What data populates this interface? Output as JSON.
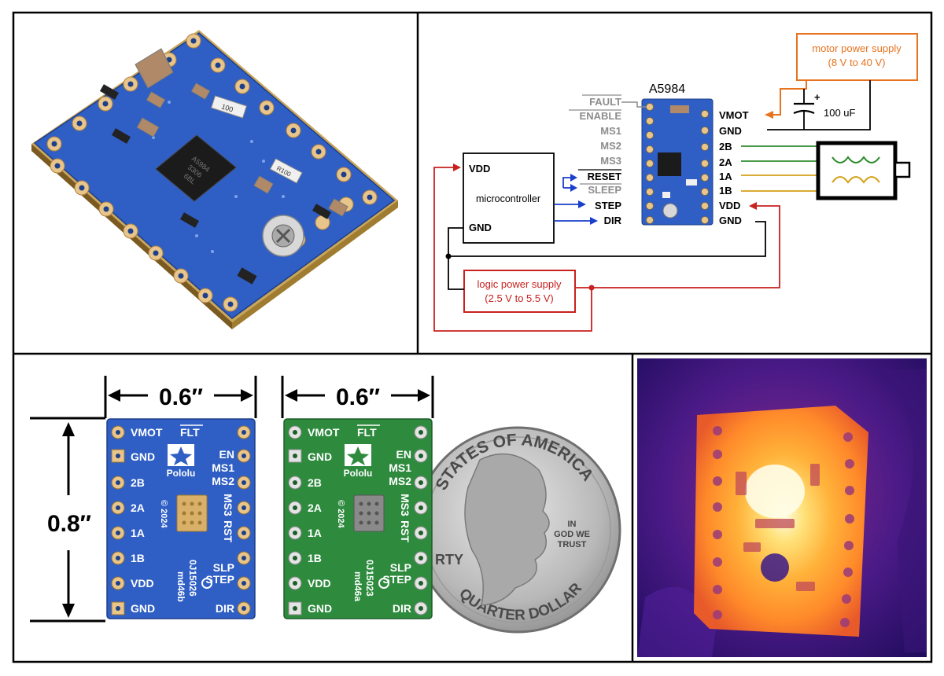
{
  "colors": {
    "board_blue": "#2f5fc4",
    "board_green": "#2e8b3e",
    "pad_gold": "#e8c58a",
    "motor_power": "#e8731e",
    "logic_power": "#c8211e",
    "signal_blue": "#1a3fcc",
    "winding_green": "#2e8b2e",
    "winding_yellow": "#d4a017",
    "inactive_gray": "#8c8c8c",
    "thermal_bg": "#2a0f6e",
    "thermal_hot": "#fff6b0"
  },
  "schematic": {
    "chip_label": "A5984",
    "motor_supply": {
      "line1": "motor power supply",
      "line2": "(8 V to 40 V)"
    },
    "capacitor_label": "100 uF",
    "capacitor_plus": "+",
    "logic_supply": {
      "line1": "logic power supply",
      "line2": "(2.5 V to 5.5 V)"
    },
    "microcontroller": {
      "label": "microcontroller",
      "vdd": "VDD",
      "gnd": "GND"
    },
    "left_pins": [
      {
        "label": "FAULT",
        "overline": true,
        "active": false
      },
      {
        "label": "ENABLE",
        "overline": true,
        "active": false
      },
      {
        "label": "MS1",
        "overline": false,
        "active": false
      },
      {
        "label": "MS2",
        "overline": false,
        "active": false
      },
      {
        "label": "MS3",
        "overline": false,
        "active": false
      },
      {
        "label": "RESET",
        "overline": true,
        "active": true
      },
      {
        "label": "SLEEP",
        "overline": true,
        "active": false
      },
      {
        "label": "STEP",
        "overline": false,
        "active": true
      },
      {
        "label": "DIR",
        "overline": false,
        "active": true
      }
    ],
    "right_pins": [
      "VMOT",
      "GND",
      "2B",
      "2A",
      "1A",
      "1B",
      "VDD",
      "GND"
    ]
  },
  "dimensions": {
    "width_label_1": "0.6″",
    "width_label_2": "0.6″",
    "height_label": "0.8″"
  },
  "board_blue": {
    "left_pins": [
      "VMOT",
      "GND",
      "2B",
      "2A",
      "1A",
      "1B",
      "VDD",
      "GND"
    ],
    "right_top": "FLT",
    "right_labels": [
      "EN",
      "MS1",
      "MS2",
      "MS3",
      "RST",
      "SLP",
      "STEP",
      "DIR"
    ],
    "logo": "Pololu",
    "year": "© 2024",
    "part_number": "0J15026",
    "revision": "md46b"
  },
  "board_green": {
    "left_pins": [
      "VMOT",
      "GND",
      "2B",
      "2A",
      "1A",
      "1B",
      "VDD",
      "GND"
    ],
    "right_top": "FLT",
    "right_labels": [
      "EN",
      "MS1",
      "MS2",
      "MS3",
      "RST",
      "SLP",
      "STEP",
      "DIR"
    ],
    "logo": "Pololu",
    "year": "© 2024",
    "part_number": "0J15023",
    "revision": "md46a"
  },
  "coin": {
    "top_text": "STATES OF AMERICA",
    "bottom_text": "QUARTER DOLLAR",
    "motto": [
      "IN",
      "GOD WE",
      "TRUST"
    ],
    "side_text": "RTY"
  },
  "photo": {
    "chip_marking": [
      "A5984",
      "3306",
      "6BL"
    ],
    "resistor_a": "100",
    "resistor_b": "R100"
  }
}
